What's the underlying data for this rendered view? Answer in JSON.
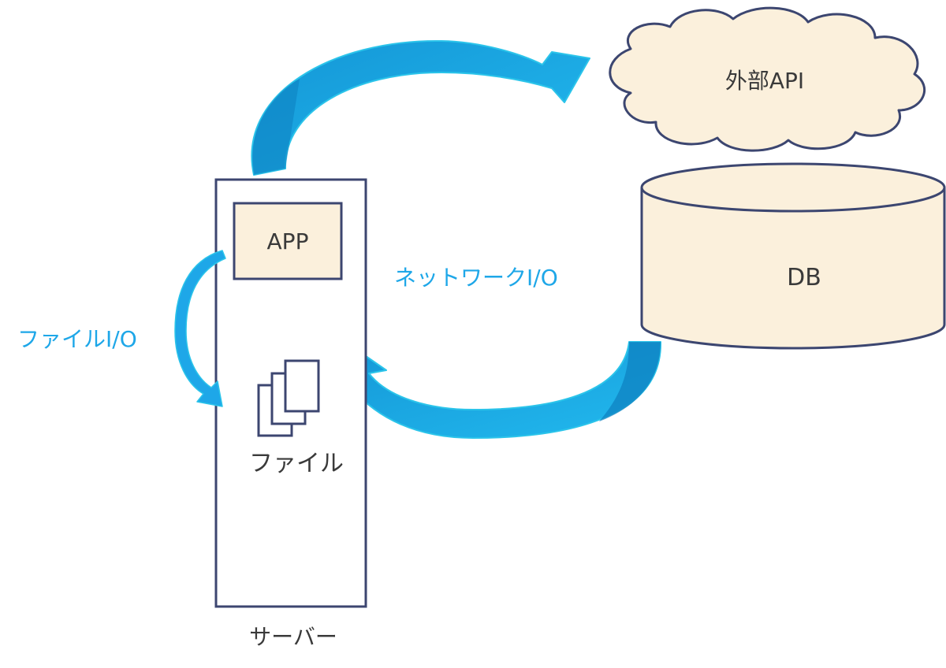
{
  "labels": {
    "server": "サーバー",
    "app": "APP",
    "file": "ファイル",
    "file_io": "ファイルI/O",
    "network_io": "ネットワークI/O",
    "db": "DB",
    "external_api": "外部API"
  },
  "colors": {
    "stroke": "#3c4670",
    "fill": "#fbf0dc",
    "accent": "#1ea7e8",
    "accent_dark": "#0e88c8"
  }
}
